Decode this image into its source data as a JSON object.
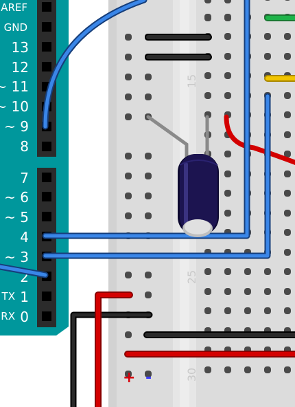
{
  "arduino": {
    "color": "#00979c",
    "pins": [
      {
        "id": "aref",
        "label": "AREF"
      },
      {
        "id": "gnd",
        "label": "GND"
      },
      {
        "id": "13",
        "label": "13"
      },
      {
        "id": "12",
        "label": "12"
      },
      {
        "id": "11",
        "label": "~ 11"
      },
      {
        "id": "10",
        "label": "~ 10"
      },
      {
        "id": "9",
        "label": "~ 9"
      },
      {
        "id": "8",
        "label": "8"
      },
      {
        "id": "7",
        "label": "7"
      },
      {
        "id": "6",
        "label": "~ 6"
      },
      {
        "id": "5",
        "label": "~ 5"
      },
      {
        "id": "4",
        "label": "4"
      },
      {
        "id": "3",
        "label": "~ 3"
      },
      {
        "id": "2",
        "label": "2"
      },
      {
        "id": "tx",
        "label": "TX"
      },
      {
        "id": "tx-num",
        "label": "1"
      },
      {
        "id": "rx",
        "label": "RX"
      },
      {
        "id": "rx-num",
        "label": "0"
      }
    ]
  },
  "breadboard": {
    "row_numbers": [
      "15",
      "25",
      "30"
    ],
    "rail_plus": "+",
    "rail_minus": "-",
    "plus_color": "#d9000d",
    "minus_color": "#3f3fff"
  },
  "wires": {
    "blue": "#2a6fd1",
    "black": "#1a1a1a",
    "red": "#d30000",
    "green": "#1fb34a",
    "yellow": "#f2c500",
    "lead": "#8a8a8a"
  },
  "capacitor": {
    "body_color": "#1c1450",
    "name": "electrolytic capacitor"
  }
}
